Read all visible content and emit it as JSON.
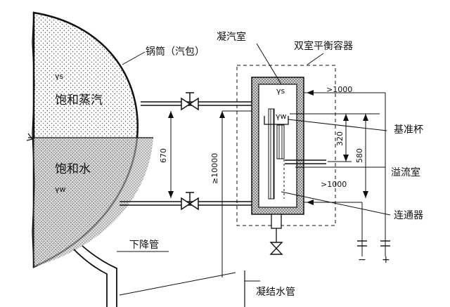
{
  "labels": {
    "drum": "锅筒（汽包）",
    "saturated_steam": "饱和蒸汽",
    "saturated_water": "饱和水",
    "gamma_s": "γs",
    "gamma_w": "γw",
    "downcomer": "下降管",
    "condensing_chamber": "凝汽室",
    "dual_chamber_vessel": "双室平衡容器",
    "reference_cup": "基准杯",
    "overflow_chamber": "溢流室",
    "connector": "连通器",
    "condensate_pipe": "凝结水管",
    "gamma_s_inner": "γs",
    "gamma_w_inner": "γw"
  },
  "dimensions": {
    "d670": "670",
    "d10000": "≥10000",
    "d1000_top": ">1000",
    "d1000_bottom": ">1000",
    "d320": "320",
    "d580": "580"
  },
  "terminals": {
    "minus": "−",
    "plus": "+"
  },
  "colors": {
    "ink": "#111111",
    "background": "#ffffff"
  }
}
